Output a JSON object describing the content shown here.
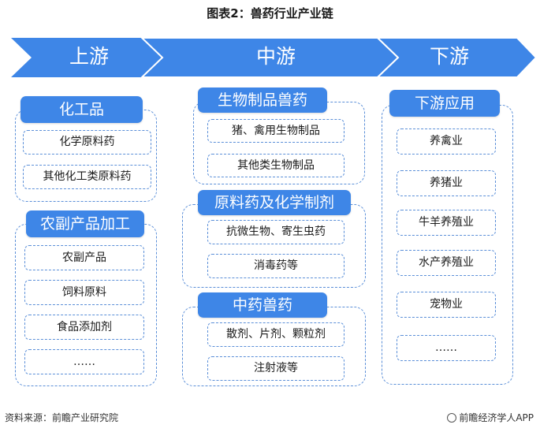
{
  "title": "图表2：兽药行业产业链",
  "stages": {
    "upstream": "上游",
    "midstream": "中游",
    "downstream": "下游"
  },
  "upstream": {
    "chemical": {
      "header": "化工品",
      "items": [
        "化学原料药",
        "其他化工类原料药"
      ]
    },
    "agri": {
      "header": "农副产品加工",
      "items": [
        "农副产品",
        "饲料原料",
        "食品添加剂",
        "……"
      ]
    }
  },
  "midstream": {
    "bio": {
      "header": "生物制品兽药",
      "items": [
        "猪、禽用生物制品",
        "其他类生物制品"
      ]
    },
    "chem": {
      "header": "原料药及化学制剂",
      "items": [
        "抗微生物、寄生虫药",
        "消毒药等"
      ]
    },
    "tcm": {
      "header": "中药兽药",
      "items": [
        "散剂、片剂、颗粒剂",
        "注射液等"
      ]
    }
  },
  "downstream": {
    "header": "下游应用",
    "items": [
      "养禽业",
      "养猪业",
      "牛羊养殖业",
      "水产养殖业",
      "宠物业",
      "……"
    ]
  },
  "footer": {
    "source": "资料来源：前瞻产业研究院",
    "brand": "前瞻经济学人APP"
  },
  "colors": {
    "arrow": "#3e86e7",
    "header": "#3e86e7",
    "border": "#5b8fd8"
  }
}
